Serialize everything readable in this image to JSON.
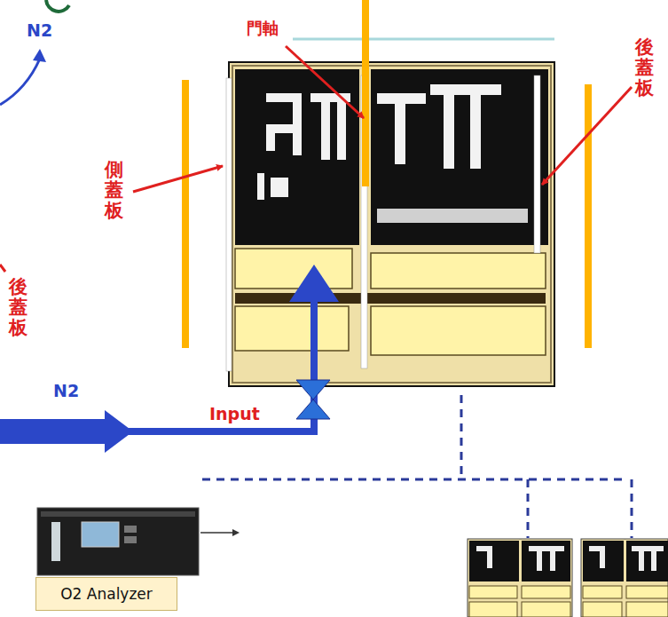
{
  "diagram": {
    "nodes": [
      {
        "text": [
          "O2 Analyzer"
        ]
      }
    ],
    "labels": [
      "N2",
      "門軸",
      "後蓋板",
      "側蓋板",
      "後蓋板",
      "N2",
      "Input"
    ]
  }
}
